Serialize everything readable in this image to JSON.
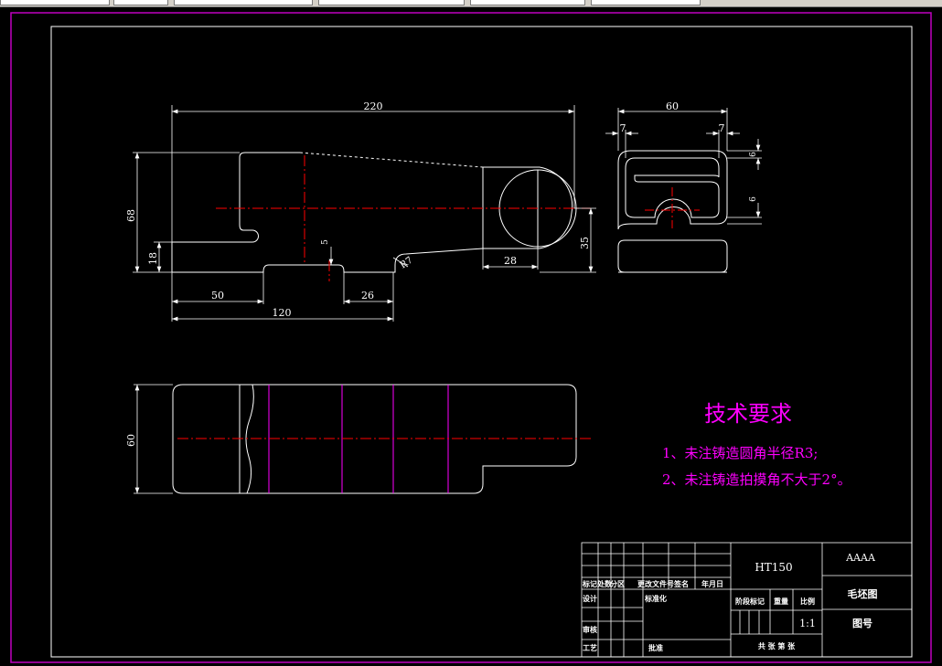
{
  "dimensions": {
    "total_length": "220",
    "height": "68",
    "left_height": "18",
    "hook_depth": "5",
    "left_length": "50",
    "pad_length": "120",
    "pad_width": "26",
    "boss_width": "28",
    "boss_height": "35",
    "fillet": "R7",
    "side_width": "60",
    "side_left": "7",
    "side_right": "7",
    "side_top": "6",
    "side_mid": "6",
    "plan_width": "60"
  },
  "notes": {
    "heading": "技术要求",
    "line1": "1、未注铸造圆角半径R3;",
    "line2": "2、未注铸造拍摸角不大于2°。"
  },
  "title_block": {
    "material": "HT150",
    "company": "AAAA",
    "drawing_name": "毛坯图",
    "drawing_number_label": "图号",
    "scale_label": "比例",
    "scale_value": "1:1",
    "weight_label": "重量",
    "stage_label": "阶段标记",
    "sheets_label": "共 张 第 张",
    "col_mark": "标记",
    "col_count": "处数",
    "col_zone": "分区",
    "col_docno": "更改文件号",
    "col_sign": "签名",
    "col_date": "年月日",
    "design": "设计",
    "standardize": "标准化",
    "check": "审核",
    "process": "工艺",
    "approve": "批准"
  },
  "colors": {
    "background": "#000000",
    "lines": "#ffffff",
    "notes": "#ff00ff",
    "centerline": "#ff0000",
    "border": "#ff00ff"
  }
}
